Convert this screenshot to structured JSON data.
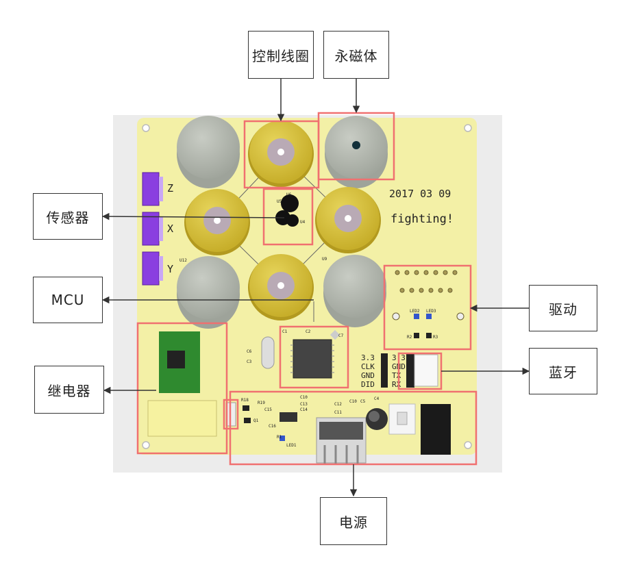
{
  "labels": {
    "coil": "控制线圈",
    "magnet": "永磁体",
    "sensor": "传感器",
    "mcu": "MCU",
    "relay": "继电器",
    "power": "电源",
    "driver": "驱动",
    "bluetooth": "蓝牙"
  },
  "board": {
    "date": "2017 03 09",
    "motto": "fighting!",
    "axis_z": "Z",
    "axis_x": "X",
    "axis_y": "Y",
    "pins_left": [
      "3.3",
      "CLK",
      "GND",
      "DID"
    ],
    "pins_right": [
      "3.3",
      "GND",
      "TX",
      "RX"
    ],
    "ref_u12": "U12",
    "ref_u9": "U9",
    "ref_u5": "U5",
    "ref_u6": "U6",
    "ref_u4": "U4",
    "ref_c1": "C1",
    "ref_c2": "C2",
    "ref_c7": "C7",
    "ref_c6": "C6",
    "ref_c3": "C3",
    "ref_led2": "LED2",
    "ref_led3": "LED3",
    "ref_r2": "R2",
    "ref_r3": "R3",
    "ref_r18": "R18",
    "ref_r19": "R19",
    "ref_c15": "C15",
    "ref_c10": "C10",
    "ref_c13": "C13",
    "ref_c14": "C14",
    "ref_c12": "C12",
    "ref_c11": "C11",
    "ref_c5": "C5",
    "ref_c4": "C4",
    "ref_c16": "C16",
    "ref_r1": "R1",
    "ref_led1": "LED1",
    "ref_q1": "Q1",
    "ref_c10b": "C10"
  },
  "colors": {
    "pcb": "#f3f0a6",
    "pcb_bg": "#ececec",
    "coil_gold": "#d4bf3c",
    "coil_core": "#b9aab5",
    "magnet_gray": "#b8bcb3",
    "highlight": "#f07070",
    "connector_purple": "#8a3fe0",
    "relay_green": "#2f8a2f"
  }
}
